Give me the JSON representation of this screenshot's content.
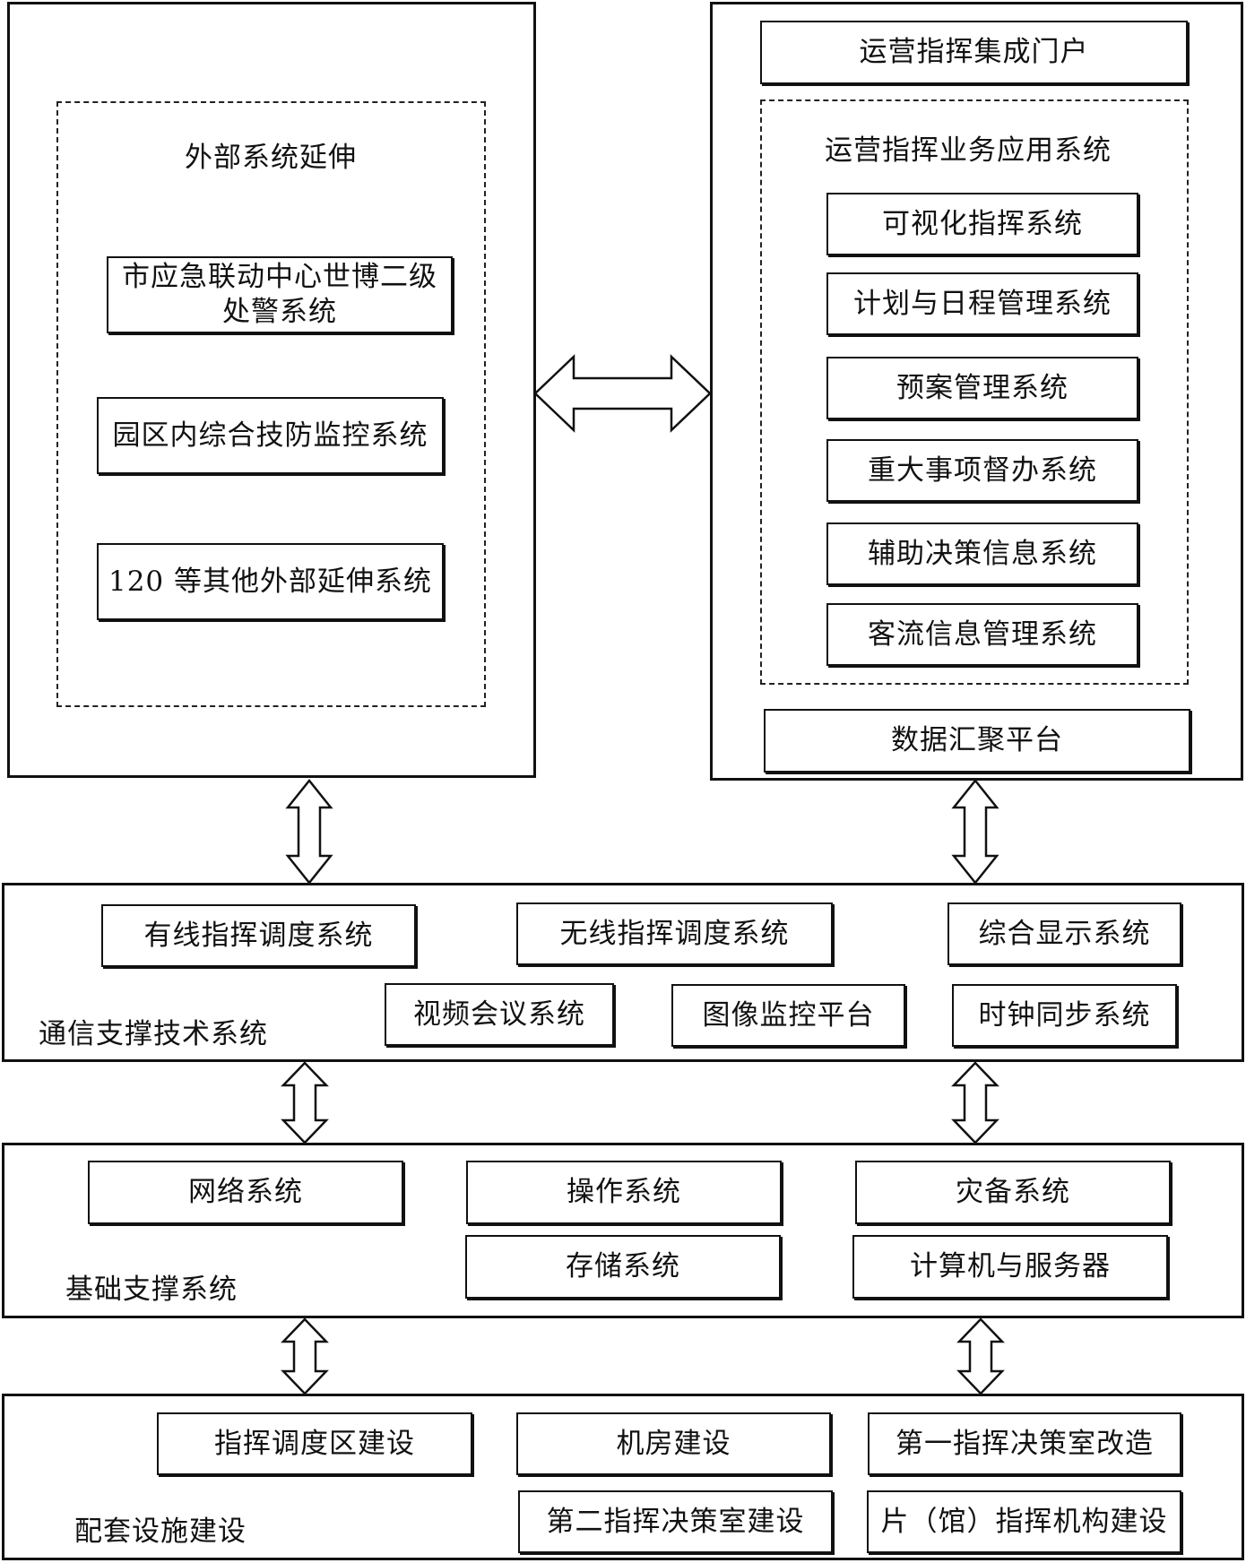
{
  "external": {
    "title": "外部系统延伸",
    "items": [
      "市应急联动中心世博二级处警系统",
      "园区内综合技防监控系统",
      "120 等其他外部延伸系统"
    ]
  },
  "operations": {
    "portal": "运营指挥集成门户",
    "apps_title": "运营指挥业务应用系统",
    "apps": [
      "可视化指挥系统",
      "计划与日程管理系统",
      "预案管理系统",
      "重大事项督办系统",
      "辅助决策信息系统",
      "客流信息管理系统"
    ],
    "data_platform": "数据汇聚平台"
  },
  "communication": {
    "title": "通信支撑技术系统",
    "items": [
      "有线指挥调度系统",
      "无线指挥调度系统",
      "综合显示系统",
      "视频会议系统",
      "图像监控平台",
      "时钟同步系统"
    ]
  },
  "infrastructure": {
    "title": "基础支撑系统",
    "items": [
      "网络系统",
      "操作系统",
      "灾备系统",
      "存储系统",
      "计算机与服务器"
    ]
  },
  "facilities": {
    "title": "配套设施建设",
    "items": [
      "指挥调度区建设",
      "机房建设",
      "第一指挥决策室改造",
      "第二指挥决策室建设",
      "片（馆）指挥机构建设"
    ]
  }
}
